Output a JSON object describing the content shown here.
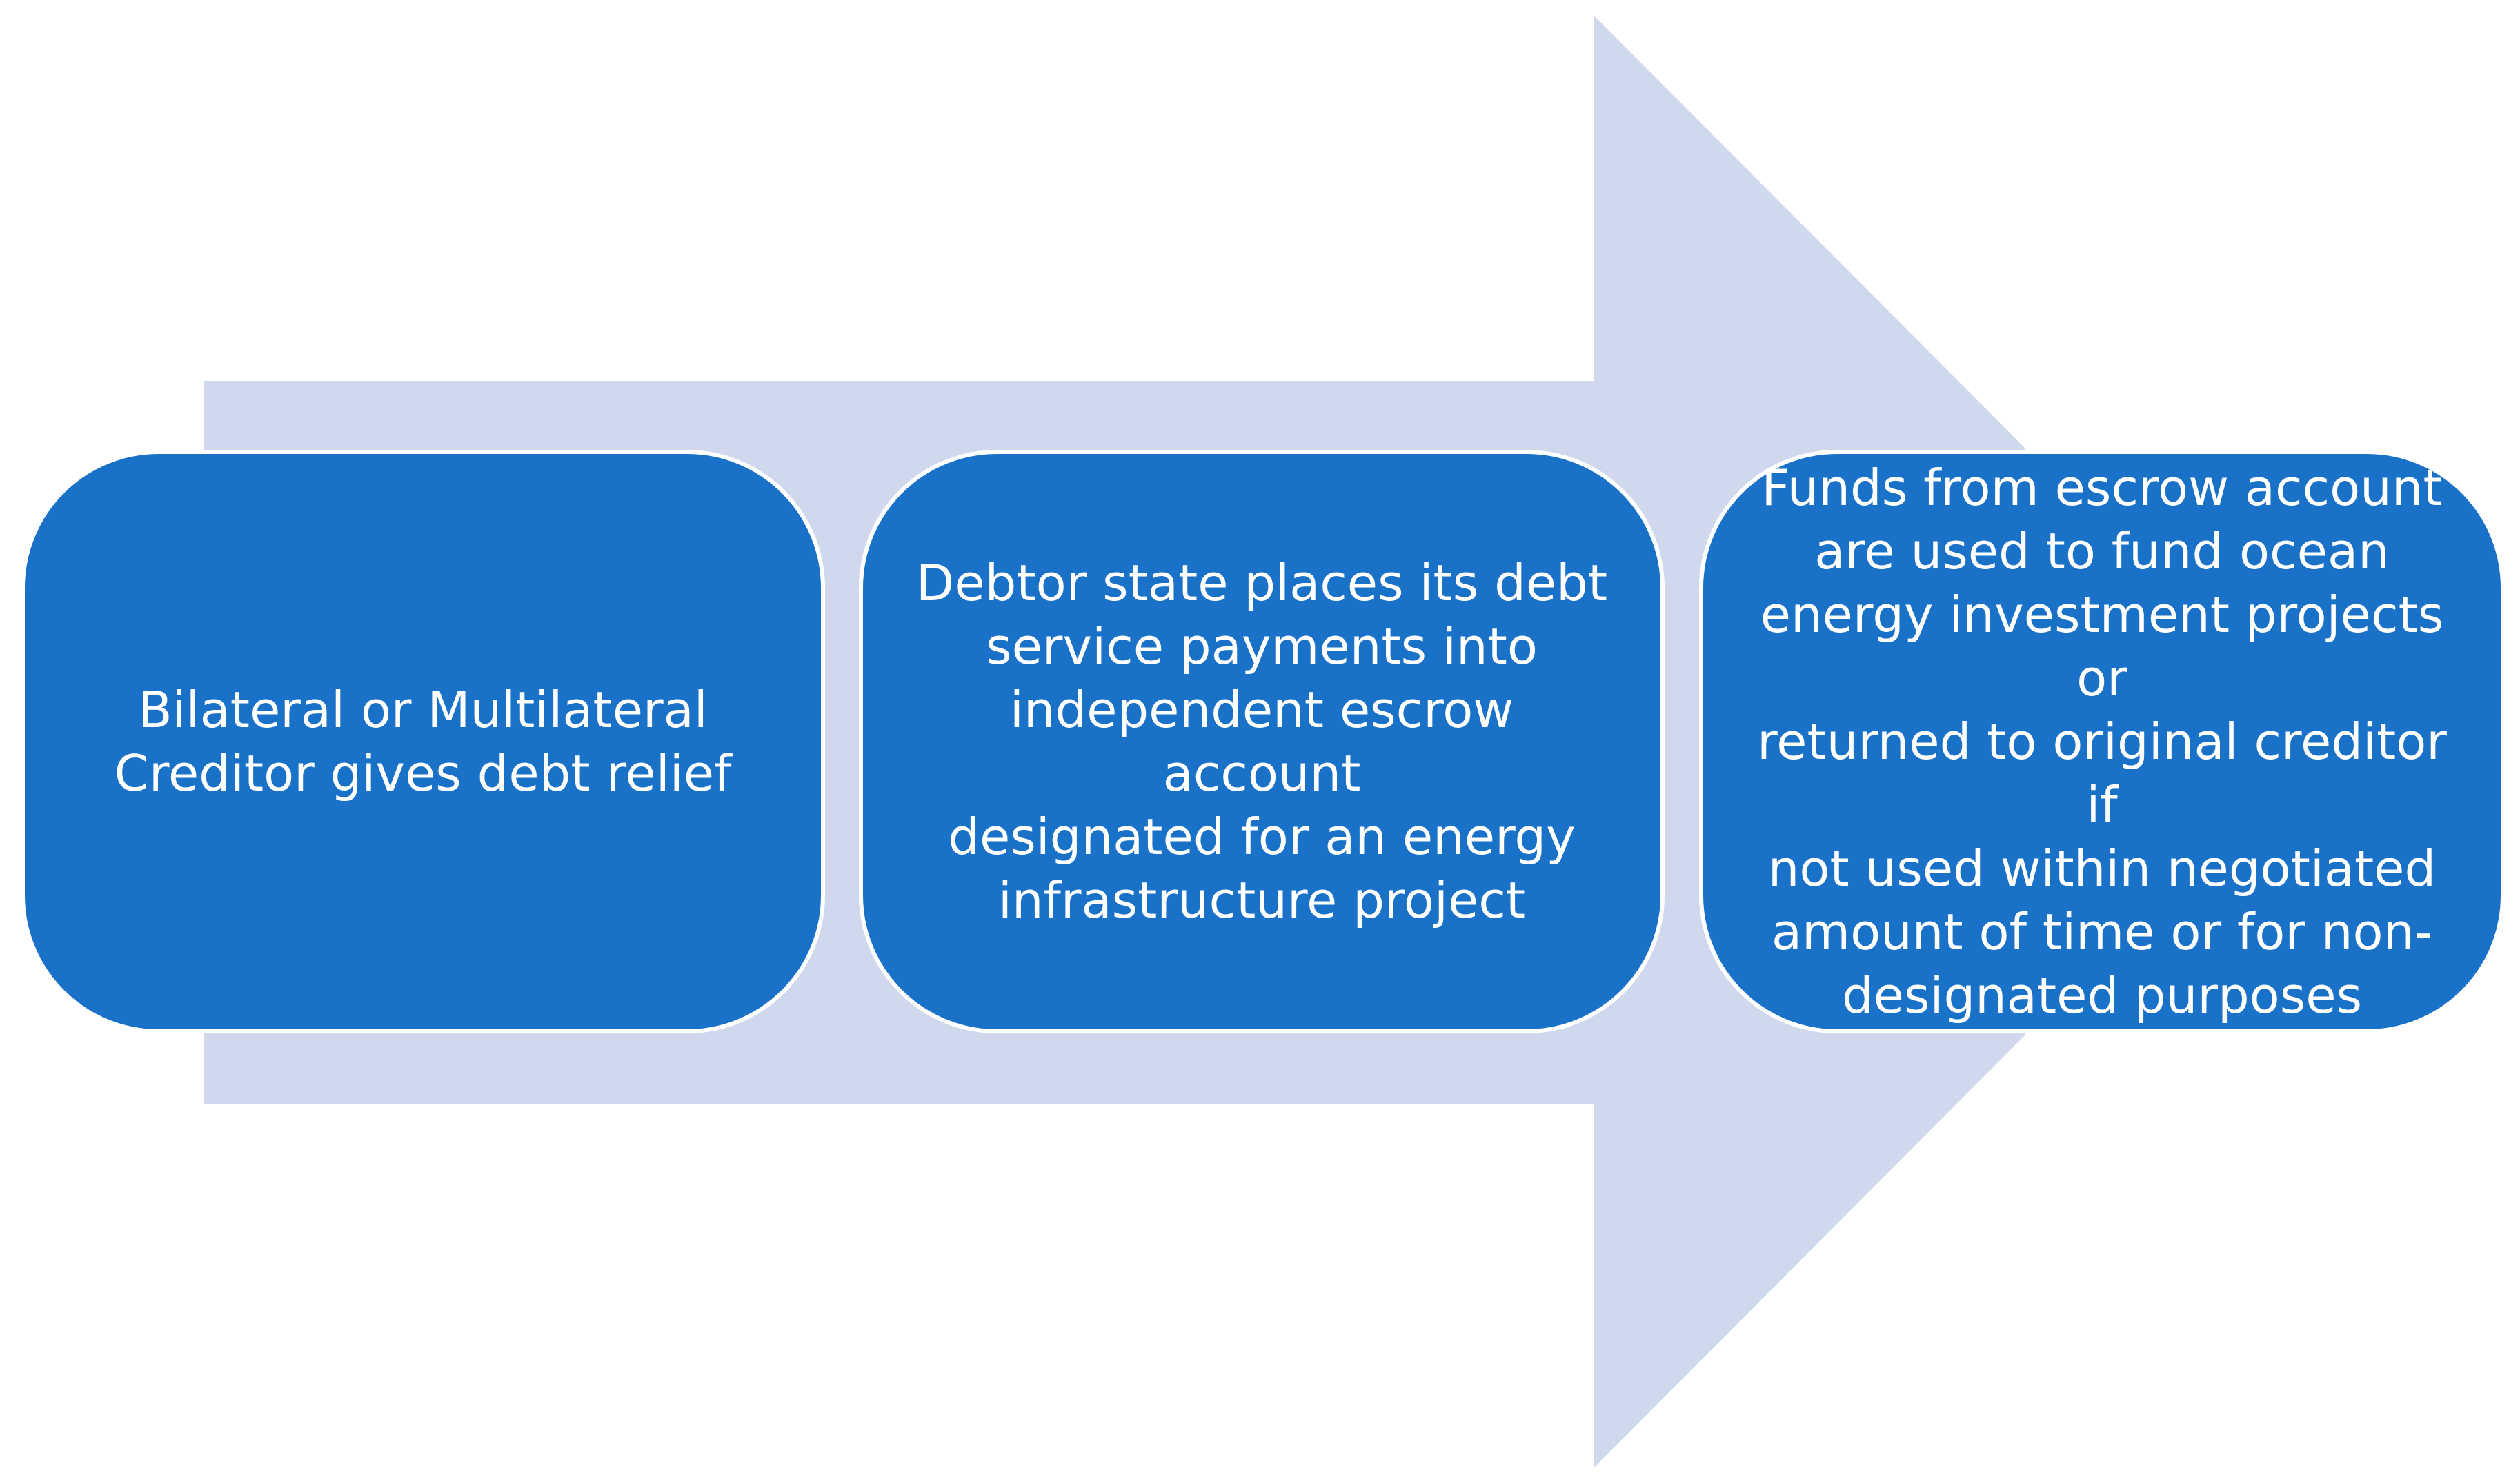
{
  "colors": {
    "arrow": "#cfd8ec",
    "box_fill": "#1a72c8",
    "box_border": "#ffffff",
    "text": "#ffffff"
  },
  "steps": [
    {
      "text": "Bilateral or Multilateral\nCreditor  gives debt relief"
    },
    {
      "text": "Debtor state places its debt\nservice payments into\nindependent escrow account\ndesignated for an energy\ninfrastructure project"
    },
    {
      "text": "Funds from escrow account\nare used to fund ocean\nenergy investment projects or\nreturned to original creditor if\nnot used within negotiated\namount of time or for non-\ndesignated purposes"
    }
  ]
}
